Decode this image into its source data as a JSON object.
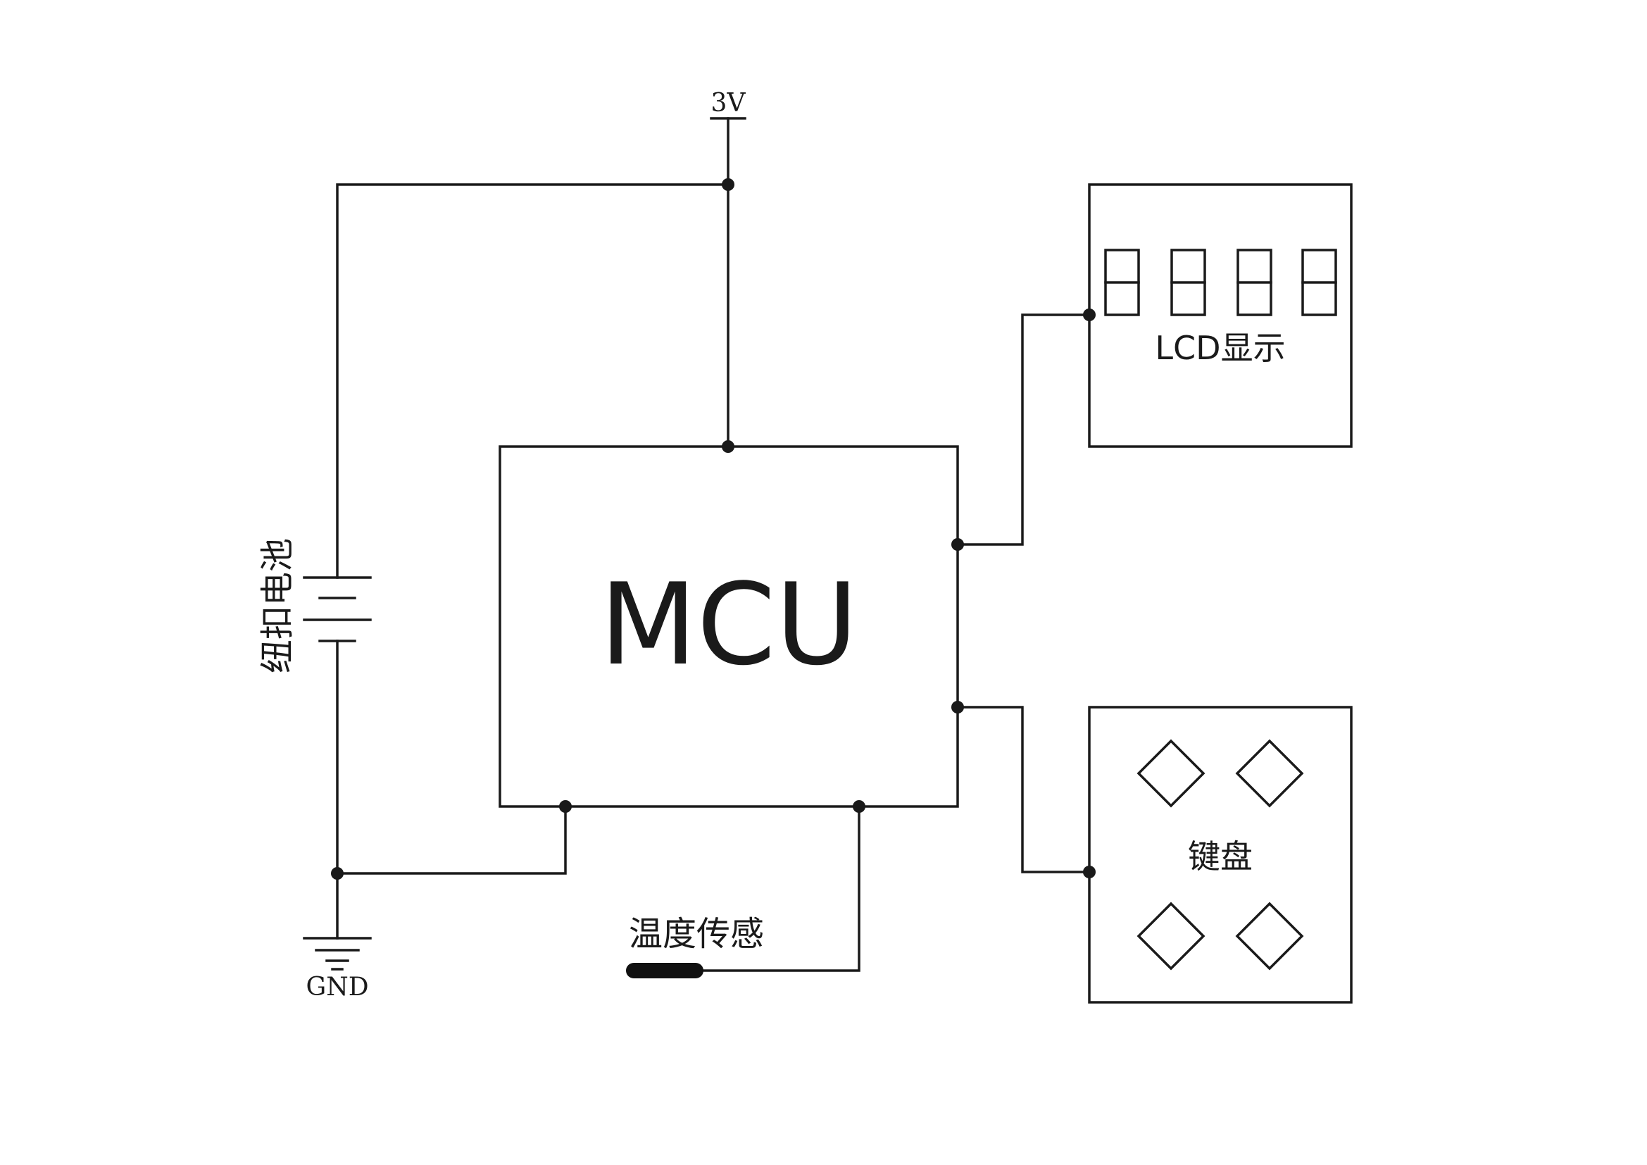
{
  "labels": {
    "power": "3V",
    "ground": "GND",
    "battery": "纽扣电池",
    "mcu": "MCU",
    "lcd": "LCD显示",
    "keyboard": "键盘",
    "sensor": "温度传感"
  }
}
